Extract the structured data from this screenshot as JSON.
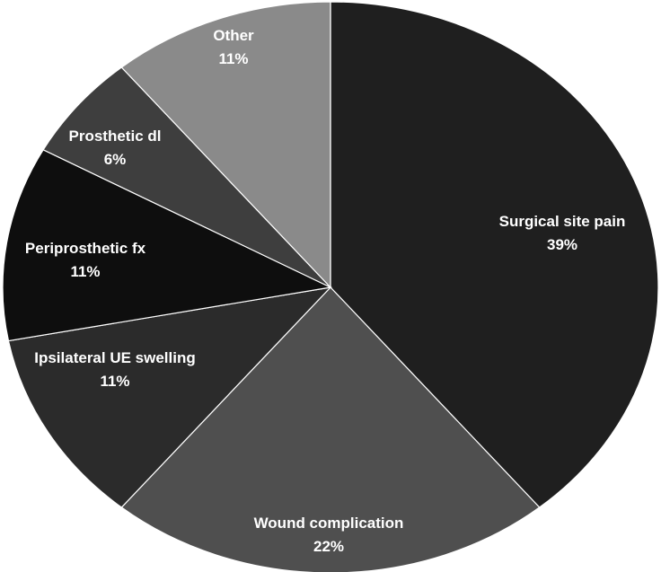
{
  "chart_data": {
    "type": "pie",
    "title": "",
    "start_angle_deg": 0,
    "direction": "clockwise",
    "slices": [
      {
        "label": "Surgical site pain",
        "value": 39,
        "value_label": "39%",
        "color": "#1f1f1f"
      },
      {
        "label": "Wound complication",
        "value": 22,
        "value_label": "22%",
        "color": "#4f4f4f"
      },
      {
        "label": "Ipsilateral UE swelling",
        "value": 11,
        "value_label": "11%",
        "color": "#2b2b2b"
      },
      {
        "label": "Periprosthetic fx",
        "value": 11,
        "value_label": "11%",
        "color": "#0e0e0e"
      },
      {
        "label": "Prosthetic dl",
        "value": 6,
        "value_label": "6%",
        "color": "#3e3e3e"
      },
      {
        "label": "Other",
        "value": 11,
        "value_label": "11%",
        "color": "#8a8a8a"
      }
    ],
    "legend": "none",
    "data_labels": "inside"
  }
}
